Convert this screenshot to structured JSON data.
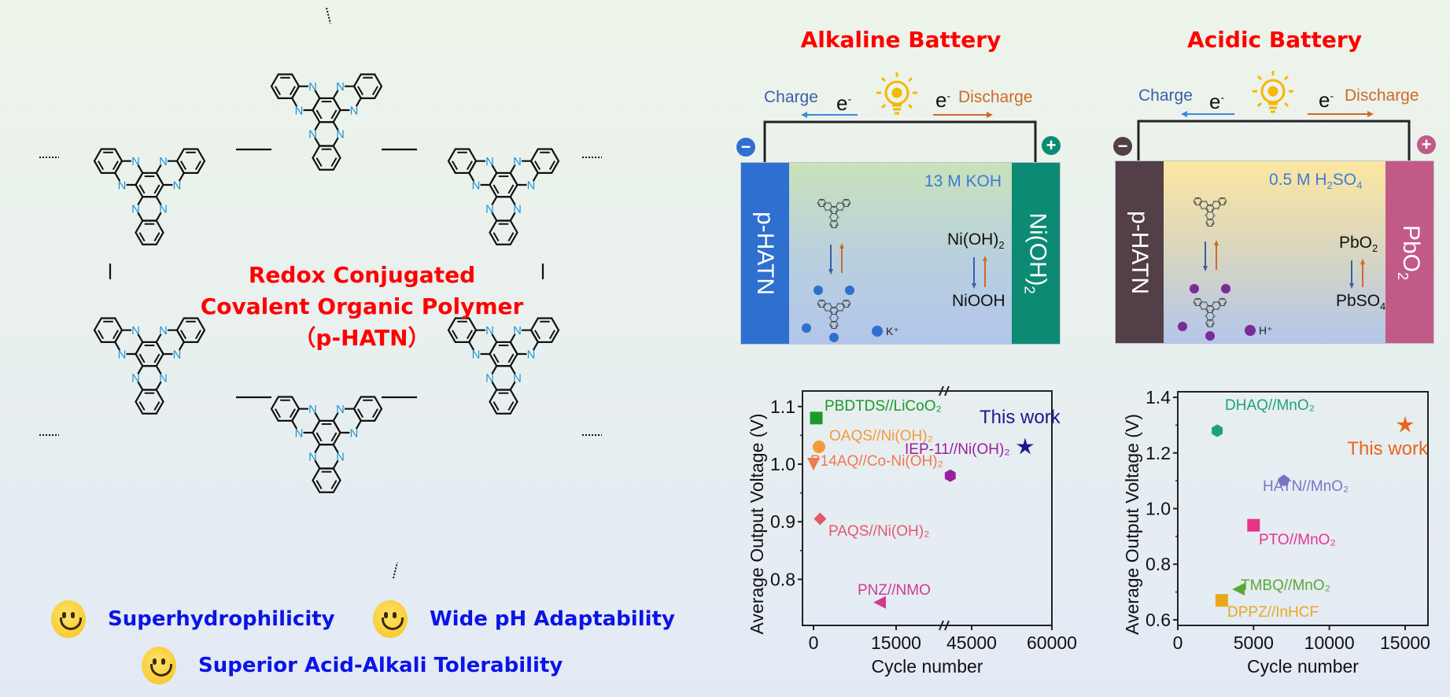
{
  "polymer": {
    "title_lines": [
      "Redox Conjugated",
      "Covalent Organic Polymer",
      "（p-HATN）"
    ],
    "atom_label": "N",
    "atom_color": "#1e90d6",
    "bond_color": "#111111"
  },
  "features": [
    {
      "icon": "smiley-icon",
      "label": "Superhydrophilicity"
    },
    {
      "icon": "smiley-icon",
      "label": "Wide pH Adaptability"
    },
    {
      "icon": "smiley-icon",
      "label": "Superior Acid-Alkali Tolerability"
    }
  ],
  "alkaline": {
    "title": "Alkaline Battery",
    "charge_label": "Charge",
    "discharge_label": "Discharge",
    "electron": "e",
    "electron_sup": "-",
    "bulb_icon": "light-bulb-icon",
    "negative_terminal": "−",
    "positive_terminal": "+",
    "anode": "p-HATN",
    "cathode": "Ni(OH)",
    "cathode_sub": "2",
    "electrolyte": "13 M KOH",
    "redox_top": "Ni(OH)",
    "redox_top_sub": "2",
    "redox_bottom": "NiOOH",
    "ion": "K⁺",
    "colors": {
      "anode": "#2f6fd0",
      "cathode": "#0d8a73",
      "ion": "#2f6fd0",
      "electrolyte_top": "#c8e0b8",
      "electrolyte_bottom": "#b5c9ea",
      "neg_terminal": "#2f6fd0",
      "pos_terminal": "#0d8a73"
    }
  },
  "acidic": {
    "title": "Acidic Battery",
    "charge_label": "Charge",
    "discharge_label": "Discharge",
    "electron": "e",
    "electron_sup": "-",
    "bulb_icon": "light-bulb-icon",
    "negative_terminal": "−",
    "positive_terminal": "+",
    "anode": "p-HATN",
    "cathode": "PbO",
    "cathode_sub": "2",
    "electrolyte": "0.5 M H",
    "electrolyte_sub1": "2",
    "electrolyte_mid": "SO",
    "electrolyte_sub2": "4",
    "redox_top": "PbO",
    "redox_top_sub": "2",
    "redox_bottom": "PbSO",
    "redox_bottom_sub": "4",
    "ion": "H⁺",
    "colors": {
      "anode": "#533f48",
      "cathode": "#c25a88",
      "ion": "#7b2a9a",
      "electrolyte_top": "#fde6a0",
      "electrolyte_bottom": "#b5c9ea",
      "neg_terminal": "#533f48",
      "pos_terminal": "#c25a88"
    }
  },
  "colors": {
    "charge": "#3a5fa8",
    "discharge": "#d0692a",
    "bulb": "#f5b800"
  },
  "chart_data": [
    {
      "type": "scatter",
      "title": "",
      "xlabel": "Cycle number",
      "ylabel": "Average Output Voltage (V)",
      "x_break": [
        20000,
        40000
      ],
      "xlim": [
        -1000,
        60000
      ],
      "ylim": [
        0.72,
        1.127
      ],
      "xticks": [
        0,
        15000,
        45000,
        60000
      ],
      "xtick_labels": [
        "0",
        "15000",
        "45000",
        "60000"
      ],
      "yticks": [
        0.8,
        0.9,
        1.0,
        1.1
      ],
      "ytick_labels": [
        "0.8",
        "0.9",
        "1.0",
        "1.1"
      ],
      "points": [
        {
          "label": "PBDTDS//LiCoO₂",
          "x": 500,
          "y": 1.08,
          "marker": "square",
          "color": "#1a9a2a"
        },
        {
          "label": "OAQS//Ni(OH)₂",
          "x": 1000,
          "y": 1.03,
          "marker": "circle",
          "color": "#f39a3a"
        },
        {
          "label": "P14AQ//Co-Ni(OH)₂",
          "x": 0,
          "y": 1.0,
          "marker": "triangle-down",
          "color": "#ee7a50"
        },
        {
          "label": "PAQS//Ni(OH)₂",
          "x": 1200,
          "y": 0.905,
          "marker": "diamond",
          "color": "#e05a6a"
        },
        {
          "label": "PNZ//NMO",
          "x": 12000,
          "y": 0.76,
          "marker": "triangle-left",
          "color": "#d13a8f"
        },
        {
          "label": "IEP-11//Ni(OH)₂",
          "x": 41000,
          "y": 0.98,
          "marker": "hexagon",
          "color": "#9a1fa0"
        },
        {
          "label": "This work",
          "x": 55000,
          "y": 1.03,
          "marker": "star",
          "color": "#1a1a8a"
        }
      ]
    },
    {
      "type": "scatter",
      "title": "",
      "xlabel": "Cycle number",
      "ylabel": "Average Output Voltage (V)",
      "xlim": [
        0,
        16500
      ],
      "ylim": [
        0.58,
        1.42
      ],
      "xticks": [
        0,
        5000,
        10000,
        15000
      ],
      "xtick_labels": [
        "0",
        "5000",
        "10000",
        "15000"
      ],
      "yticks": [
        0.6,
        0.8,
        1.0,
        1.2,
        1.4
      ],
      "ytick_labels": [
        "0.6",
        "0.8",
        "1.0",
        "1.2",
        "1.4"
      ],
      "points": [
        {
          "label": "DHAQ//MnO₂",
          "x": 2600,
          "y": 1.28,
          "marker": "hexagon",
          "color": "#1ea07a"
        },
        {
          "label": "This work",
          "x": 15000,
          "y": 1.3,
          "marker": "star",
          "color": "#e8661a"
        },
        {
          "label": "HATN//MnO₂",
          "x": 7000,
          "y": 1.1,
          "marker": "pentagon",
          "color": "#7b72c8"
        },
        {
          "label": "PTO//MnO₂",
          "x": 5000,
          "y": 0.94,
          "marker": "square",
          "color": "#e8338a"
        },
        {
          "label": "TMBQ//MnO₂",
          "x": 4000,
          "y": 0.71,
          "marker": "triangle-left",
          "color": "#5aa832"
        },
        {
          "label": "DPPZ//InHCF",
          "x": 2900,
          "y": 0.67,
          "marker": "square",
          "color": "#eaa81a"
        }
      ]
    }
  ]
}
